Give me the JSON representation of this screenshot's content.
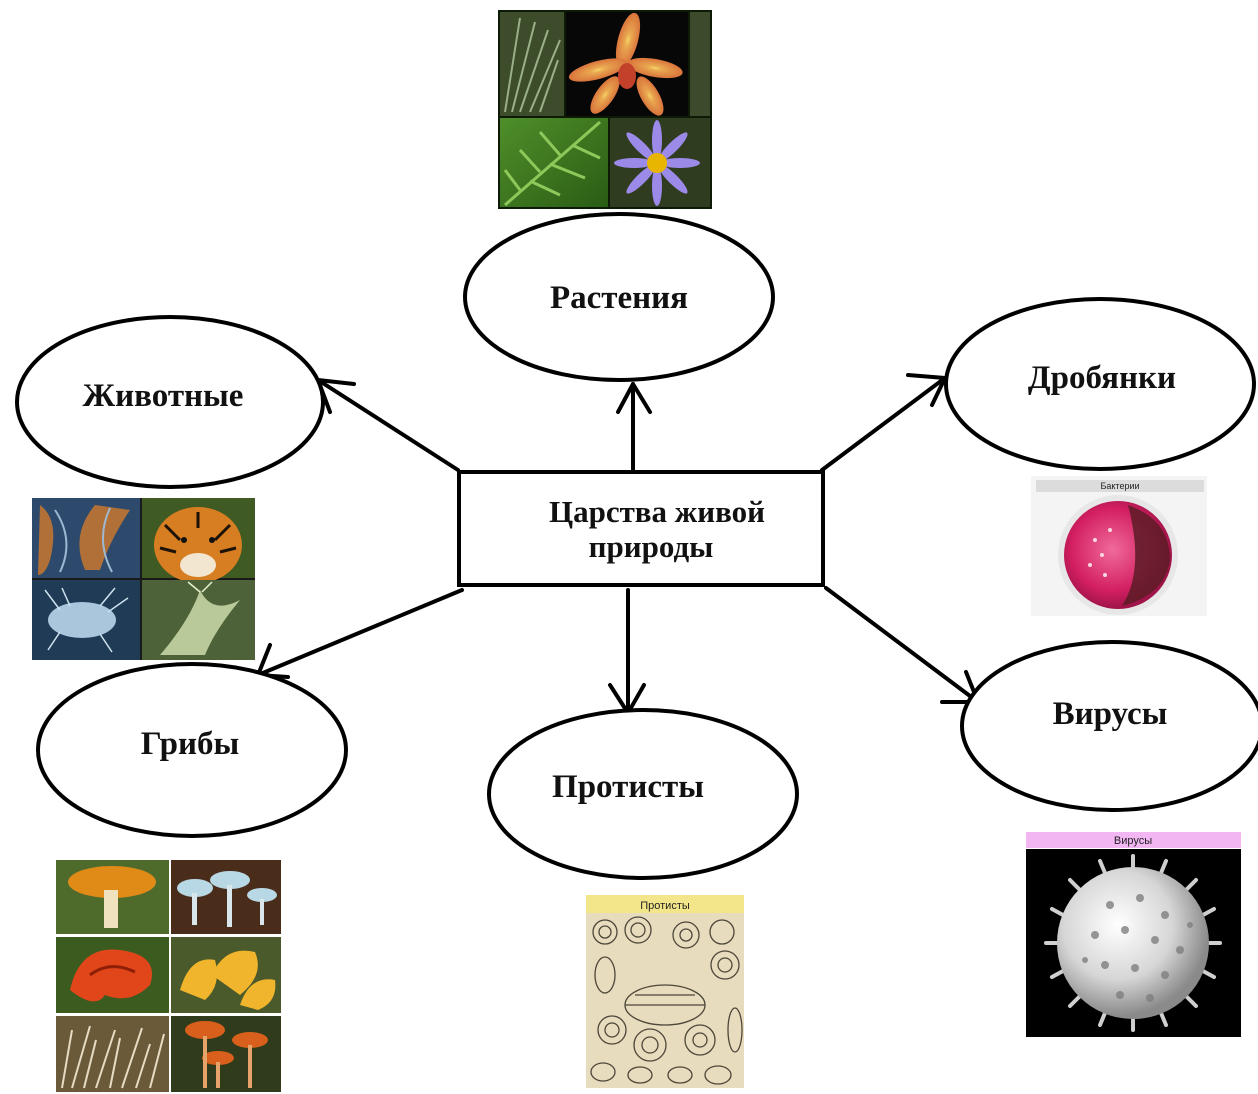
{
  "center": {
    "line1": "Царства живой",
    "line2": "природы"
  },
  "nodes": {
    "plants": "Растения",
    "animals": "Животные",
    "drobyanki": "Дробянки",
    "fungi": "Грибы",
    "protists": "Протисты",
    "viruses": "Вирусы"
  },
  "image_captions": {
    "bacteria": "Бактерии",
    "protists": "Протисты",
    "viruses": "Вирусы"
  },
  "colors": {
    "stroke": "#000000",
    "protists_header": "#f3e58a",
    "viruses_header": "#f2b6f2",
    "bacteria_header": "#dcdcdc"
  }
}
